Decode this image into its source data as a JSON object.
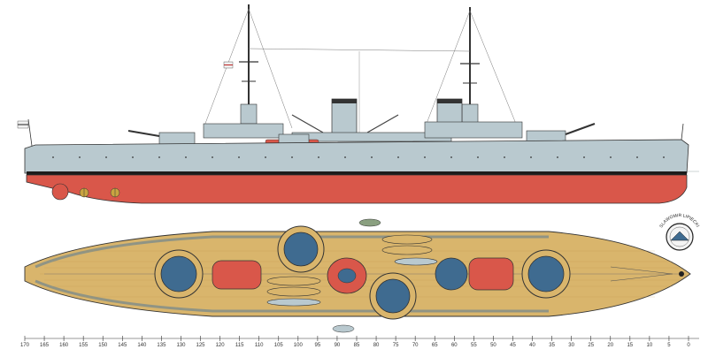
{
  "signature": "SLAWOMIR LIPIECKI",
  "scale": {
    "labels": [
      "170",
      "165",
      "160",
      "155",
      "150",
      "145",
      "140",
      "135",
      "130",
      "125",
      "120",
      "115",
      "110",
      "105",
      "100",
      "95",
      "90",
      "85",
      "80",
      "75",
      "70",
      "65",
      "60",
      "55",
      "50",
      "45",
      "40",
      "35",
      "30",
      "25",
      "20",
      "15",
      "10",
      "5",
      "0"
    ]
  },
  "colors": {
    "hull_gray": "#b9c9cf",
    "hull_red": "#d9574a",
    "deck_tan": "#d9b56c",
    "turret_blue": "#3f6b90",
    "boot_top": "#1c1c1c"
  }
}
